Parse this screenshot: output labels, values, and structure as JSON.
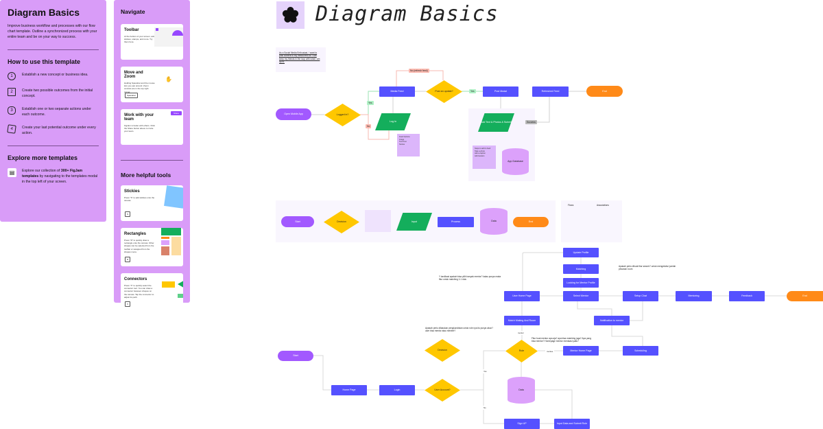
{
  "sidebar": {
    "title": "Diagram Basics",
    "intro": "Improve business workflow and processes with our flow chart template. Outline a synchronized process with your entire team and be on your way to success.",
    "how_title": "How to use this template",
    "steps": [
      {
        "num": "1",
        "text": "Establish a new concept or business idea."
      },
      {
        "num": "2",
        "text": "Create two possible outcomes from the initial concept."
      },
      {
        "num": "3",
        "text": "Establish one or two separate actions under each outcome."
      },
      {
        "num": "4",
        "text": "Create your last potential outcome under every action."
      }
    ],
    "explore_title": "Explore more templates",
    "explore_pre": "Explore our collection of ",
    "explore_bold": "300+ FigJam templates",
    "explore_post": " by navigating to the templates modal in the top left of your screen."
  },
  "navigate": {
    "title": "Navigate",
    "cards": [
      {
        "title": "Toolbar",
        "desc": "At the bottom of your screen, add stickies, stamps, and more. Try them here."
      },
      {
        "title": "Move and Zoom",
        "desc": "Holding Spacebar and the mouse lets you pan around. Zoom controls are in the top right corner.",
        "key": "Spacebar"
      },
      {
        "title": "Work with your team",
        "desc": "FigJam is better with others. Click the Share button above to invite your team.",
        "button": "Share"
      }
    ],
    "tools_title": "More helpful tools",
    "tools": [
      {
        "title": "Stickies",
        "desc": "Press \"S\" to add stickies onto the canvas.",
        "key": "S"
      },
      {
        "title": "Rectangles",
        "desc": "Press \"R\" to quickly draw a rectangle onto the canvas. Other shapes can be selected from the toolbar or swapped from the shapes menu.",
        "key": "R"
      },
      {
        "title": "Connectors",
        "desc": "Press \"X\" to quickly select the connector tool. You can draw a connector between shapes on the canvas. Tap the connector to adjust its path.",
        "key": "X"
      }
    ]
  },
  "canvas": {
    "title": "Diagram Basics",
    "flow1": {
      "note": "As a Social Media Enthusiast, I want to post content to my media feed so I can keep my friends in the loop with what I am up to.",
      "open_app": "Open Mobile App",
      "logged_in": "Logged in?",
      "media_feed": "Media Feed",
      "log_in": "Log In",
      "yes1": "Yes",
      "no1": "No",
      "no_refresh": "No (refresh feed)",
      "post_update": "Post an update?",
      "yes2": "Yes",
      "post_modal": "Post Modal",
      "refreshed_feed": "Refreshed Feed",
      "end": "End",
      "add_text": "Add Text & Photos & Submit",
      "success": "Success",
      "app_db": "App Database",
      "sticky1": {
        "title": "Feed Options",
        "items": [
          "Image",
          "Text Post",
          "Stories"
        ]
      },
      "sticky2": {
        "title": "Steps to add to feed",
        "items": [
          "Take a photo",
          "Add a caption",
          "Add location"
        ]
      }
    },
    "legend": {
      "start": "Start",
      "decision": "Decision",
      "input": "Input",
      "process": "Process",
      "data": "Data",
      "end": "End",
      "flows": "Flows",
      "associations": "Associations",
      "colors": [
        "#c4c4c4",
        "#8fe0a8",
        "#f8a8a0",
        "#dca1fb"
      ]
    },
    "flow2": {
      "update_profile": "Update Profile",
      "matching": "Matching",
      "looking_mentor": "Looking for Mentor Profile",
      "select_mentor": "Select Mentor",
      "user_home": "User Home Page",
      "setup_chat": "Setup Chat",
      "mentoring": "Mentoring",
      "feedback": "Feedback",
      "end": "End",
      "match_making": "Match Making And Room",
      "notification": "Notification to mentor",
      "role": "Role",
      "mentor_label": "mentor",
      "mentee_label": "mentee",
      "mentor_home": "Mentor Home Page",
      "scheduling": "Scheduling",
      "decision": "Decision",
      "start": "Start",
      "home_page": "Home Page",
      "login": "Login",
      "user_account": "User Account?",
      "data": "Data",
      "sign_up": "Sign UP",
      "input_data": "Input Data and Submit Role",
      "yes": "Yes",
      "no": "No",
      "note1": "Y kavlikasi apakah bisa pilih banyak mentor? kalau punya maka fitur untuk matching 1:1 dulu",
      "note2": "Apakah perlu dibuat fitur search? untuk mengetahui jumlah pesanan room",
      "note3": "Apakah perlu dilakukan pengkondisian untuk role nya itu punya akun? user bisa mentor atau mentee?",
      "note4": "Fitur buat mentor apa aja? apa bisa matching juga? Apa yang bisa mentor? Homepage mentor mentaasi yaitu?"
    }
  },
  "colors": {
    "panel": "#d99cf8",
    "process": "#5551ff",
    "start": "#a259ff",
    "decision": "#ffc700",
    "input": "#14ae5c",
    "data": "#dca1fb",
    "end": "#ff8a18"
  }
}
